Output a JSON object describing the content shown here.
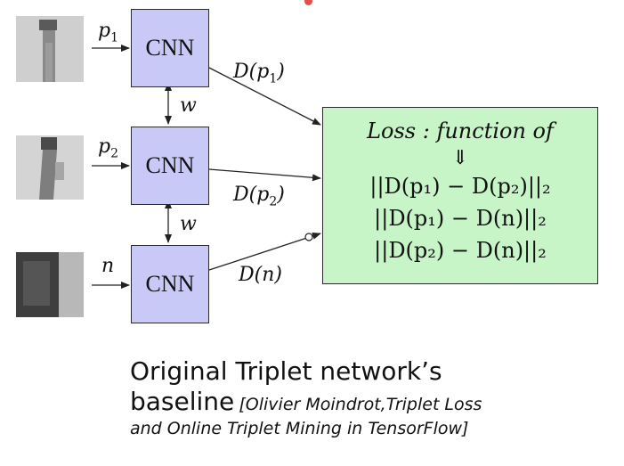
{
  "cnn_label": "CNN",
  "inputs": [
    {
      "label": "p",
      "sub": "1",
      "output_label": "D(p",
      "output_sub": "1",
      "output_close": ")"
    },
    {
      "label": "p",
      "sub": "2",
      "output_label": "D(p",
      "output_sub": "2",
      "output_close": ")"
    },
    {
      "label": "n",
      "sub": "",
      "output_label": "D(n)",
      "output_sub": "",
      "output_close": ""
    }
  ],
  "shared_weight_label": "w",
  "loss": {
    "header": "Loss :  function of",
    "arrow": "⇓",
    "terms": [
      "||D(p₁) − D(p₂)||₂",
      "||D(p₁) − D(n)||₂",
      "||D(p₂) − D(n)||₂"
    ]
  },
  "caption": {
    "title_line1": "Original Triplet network’s",
    "title_line2": "baseline",
    "citation": "[Olivier Moindrot,Triplet Loss and Online Triplet Mining in TensorFlow]"
  },
  "colors": {
    "cnn_fill": "#c9c9f7",
    "loss_fill": "#c8f5c8",
    "marker_dot": "#e0504f"
  }
}
